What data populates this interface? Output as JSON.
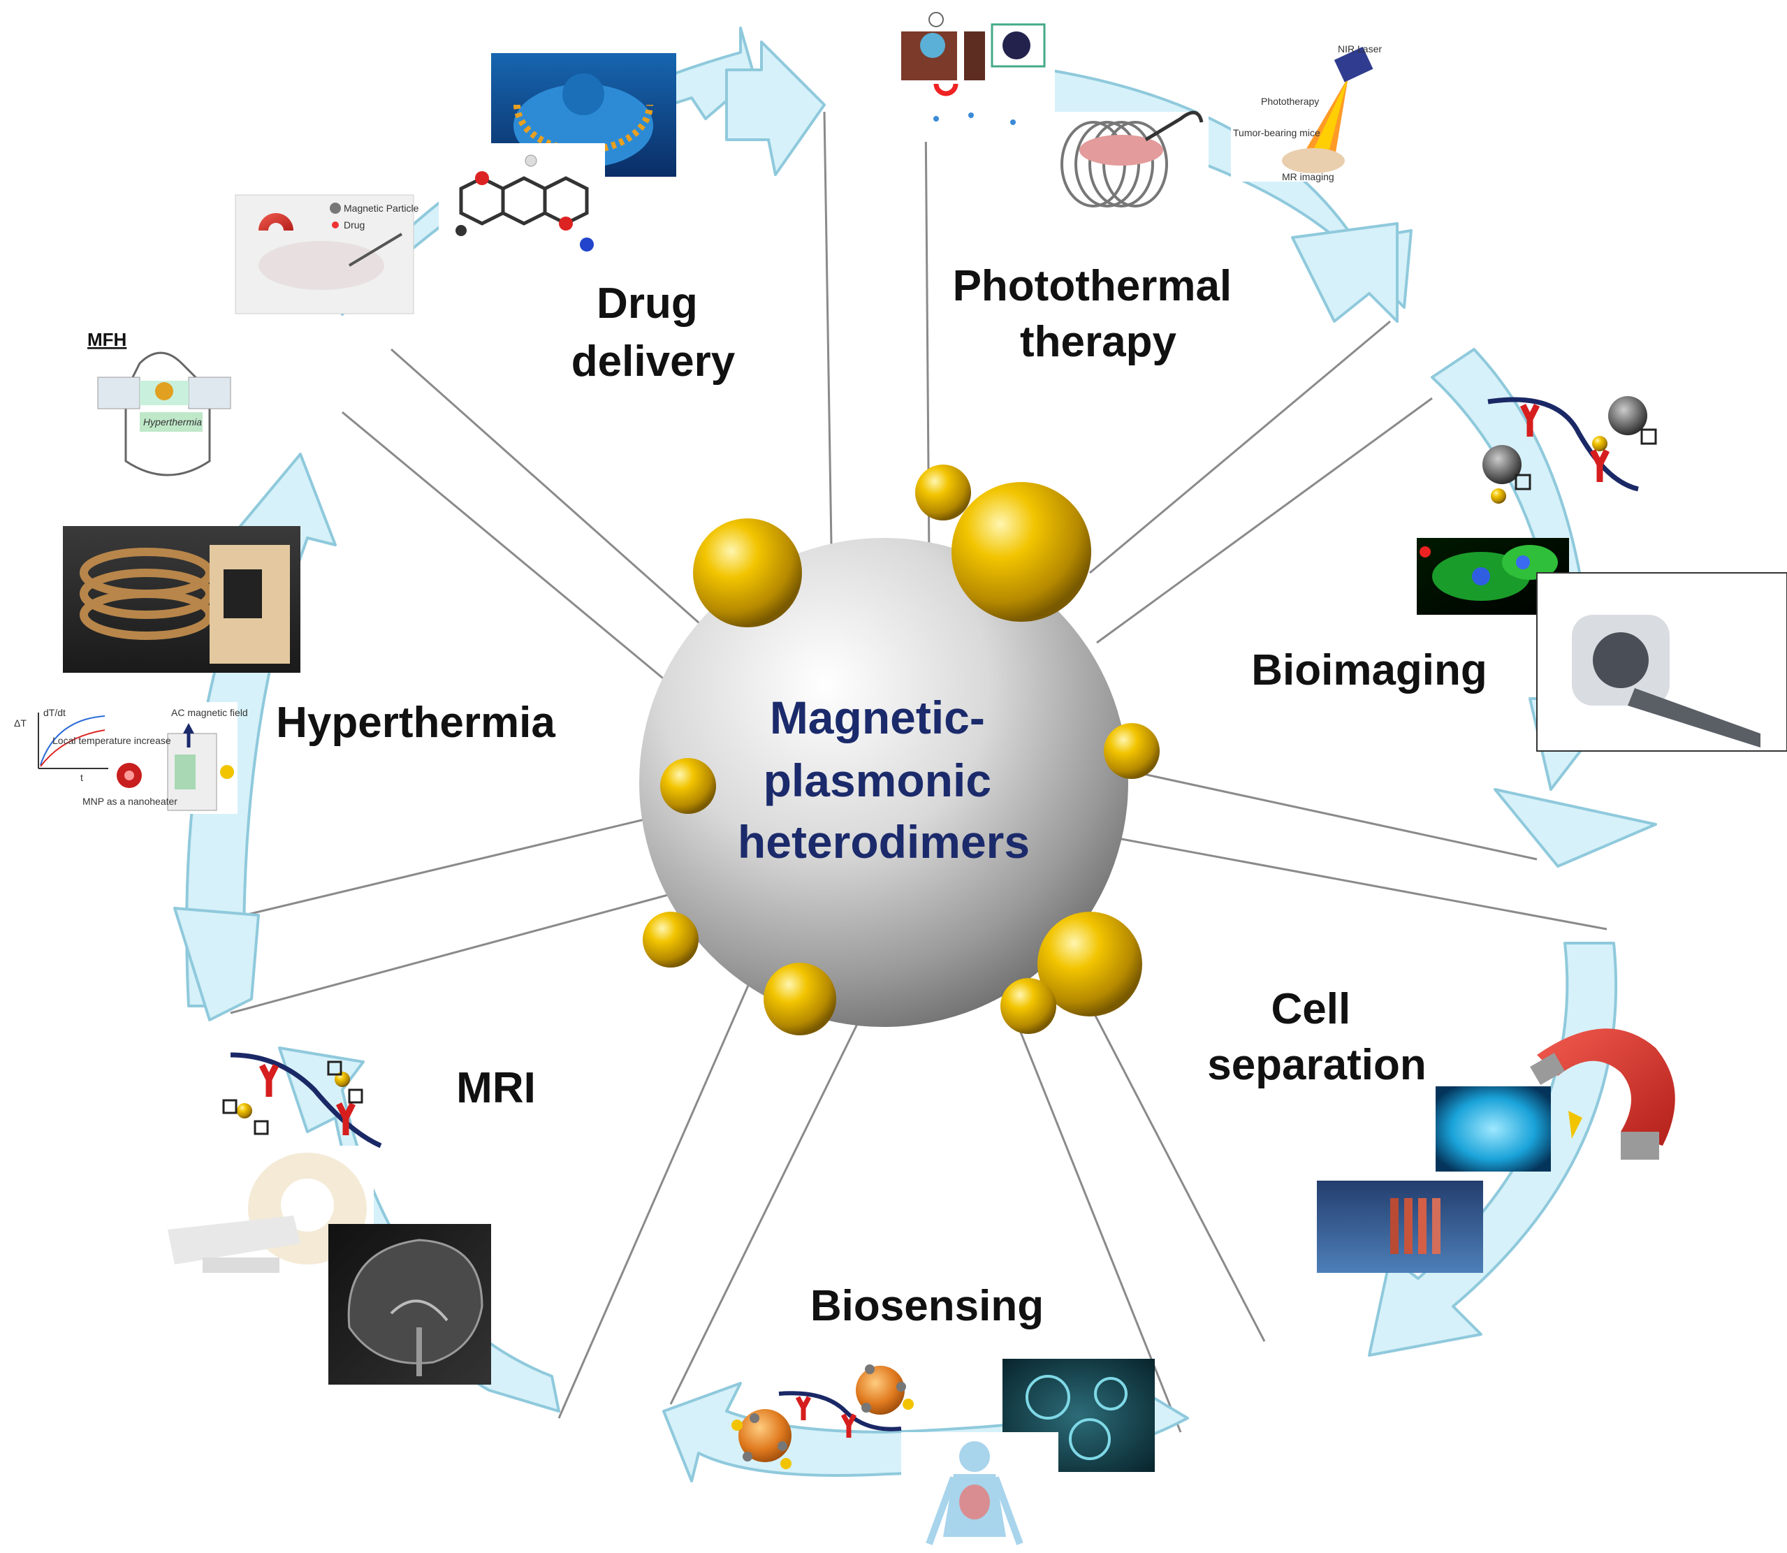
{
  "center": {
    "line1": "Magnetic-",
    "line2": "plasmonic",
    "line3": "heterodimers"
  },
  "applications": {
    "drug_delivery": {
      "line1": "Drug",
      "line2": "delivery"
    },
    "photothermal": {
      "line1": "Photothermal",
      "line2": "therapy"
    },
    "bioimaging": {
      "line1": "Bioimaging"
    },
    "cell_separation": {
      "line1": "Cell",
      "line2": "separation"
    },
    "biosensing": {
      "line1": "Biosensing"
    },
    "mri": {
      "line1": "MRI"
    },
    "hyperthermia": {
      "line1": "Hyperthermia"
    }
  },
  "inset_text": {
    "mfh": "MFH",
    "hyperthermia_body": "Hyperthermia",
    "dt_dt": "dT/dt",
    "delta_t": "ΔT",
    "t_axis": "t",
    "ac_field": "AC magnetic field",
    "local_temp": "Local temperature increase",
    "mnp_nanoheater": "MNP as a nanoheater",
    "magnetic_particle": "Magnetic Particle",
    "drug": "Drug",
    "nir_laser": "NIR Laser",
    "phototherapy": "Phototherapy",
    "tumor_mouse": "Tumor-bearing mice",
    "mr_imaging": "MR imaging"
  },
  "colors": {
    "arrow_fill": "#d6f1f9",
    "arrow_stroke": "#8fc9dc",
    "gold": "#e5b400",
    "center_text": "#1b2a6b",
    "magnet_red": "#e0362f"
  }
}
